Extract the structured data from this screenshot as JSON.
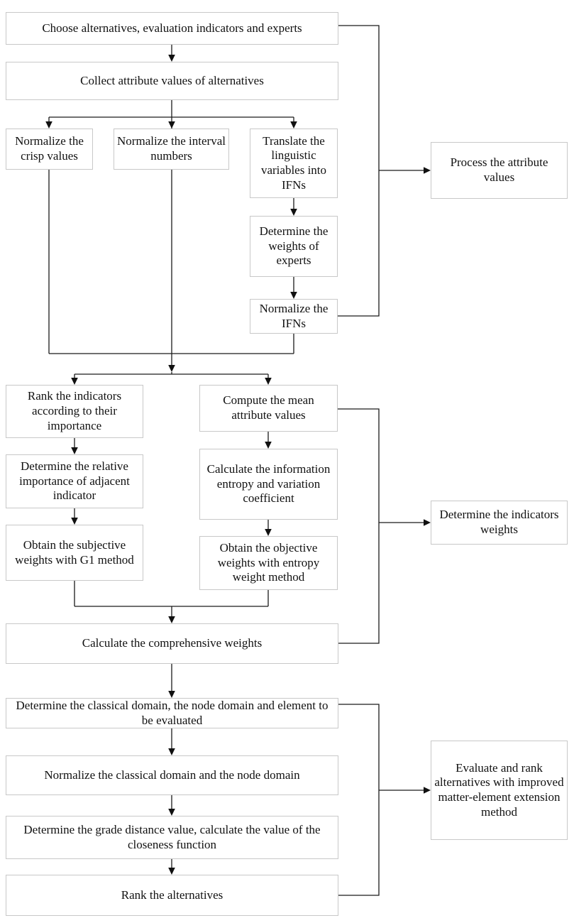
{
  "diagram": {
    "title": "Evaluation method flowchart",
    "nodes": {
      "choose": "Choose alternatives, evaluation indicators and experts",
      "collect": "Collect  attribute values of alternatives",
      "norm_crisp": "Normalize the crisp values",
      "norm_interval": "Normalize the interval numbers",
      "translate_ling": "Translate the linguistic variables into IFNs",
      "determine_expert_weights": "Determine the weights of experts",
      "normalize_ifns": "Normalize the IFNs",
      "rank_indicators": "Rank the indicators according to their importance",
      "relative_importance": "Determine the relative importance of adjacent indicator",
      "subjective_weights": "Obtain the subjective weights with G1 method",
      "compute_mean": "Compute the mean attribute values",
      "info_entropy": "Calculate the information entropy and variation coefficient",
      "objective_weights": "Obtain the objective weights with entropy weight method",
      "comprehensive_weights": "Calculate the comprehensive weights",
      "classical_domain": "Determine the classical domain, the node domain and element to be evaluated",
      "normalize_domains": "Normalize the classical domain and the node domain",
      "grade_distance": "Determine the grade distance value, calculate the value of the closeness function",
      "rank_alternatives": "Rank the alternatives"
    },
    "stage_labels": {
      "process_attributes": "Process the attribute values",
      "determine_weights": "Determine the indicators  weights",
      "evaluate_rank": "Evaluate and rank alternatives with improved matter-element extension method"
    },
    "colors": {
      "box_border": "#c8c8c8",
      "line": "#1a1a1a",
      "background": "#ffffff",
      "text": "#111111"
    }
  }
}
